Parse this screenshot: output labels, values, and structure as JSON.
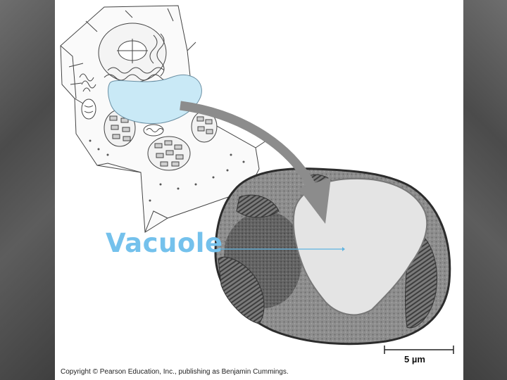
{
  "slide": {
    "label": "Vacuole",
    "scale_bar_text": "5 µm",
    "copyright": "Copyright © Pearson Education, Inc., publishing as Benjamin Cummings."
  },
  "colors": {
    "label_color": "#74c1ec",
    "vacuole_fill": "#c9e9f6",
    "pointer_line": "#5fb3e0",
    "arrow_gray": "#8c8c8c",
    "frame_gray": "#5a5a5a"
  },
  "icons": {
    "arrow": "curved-arrow-icon"
  }
}
